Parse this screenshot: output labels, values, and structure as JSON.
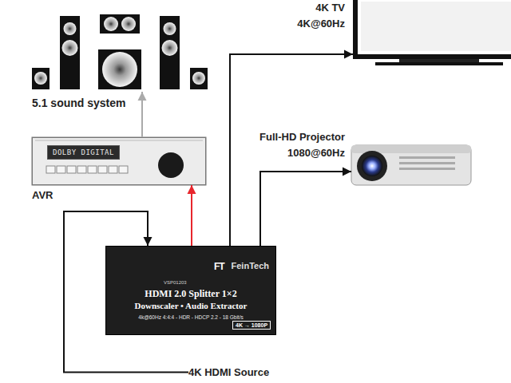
{
  "diagram": {
    "nodes": [
      {
        "text": [
          "5.1 sound system"
        ]
      },
      {
        "text": [
          "4K TV",
          "4K@60Hz"
        ]
      },
      {
        "text": [
          "AVR"
        ]
      },
      {
        "text": [
          "DOLBY DIGITAL"
        ],
        "in": 2
      },
      {
        "text": [
          "Full-HD Projector",
          "1080@60Hz"
        ]
      },
      {
        "text": [
          "FeinTech",
          "VSP01203",
          "HDMI 2.0 Splitter 1×2",
          "Downscaler • Audio Extractor",
          "4k@60Hz 4:4:4 - HDR - HDCP 2.2 - 18 Gbit/s"
        ]
      },
      {
        "text": [
          "4K → 1080P"
        ],
        "in": 5
      },
      {
        "text": [
          "4K HDMI Source"
        ]
      }
    ],
    "edges": [
      {
        "from": 7,
        "to": 5,
        "arrow": "to"
      },
      {
        "from": 5,
        "to": 2,
        "arrow": "to"
      },
      {
        "from": 2,
        "to": 0,
        "arrow": "to"
      },
      {
        "from": 5,
        "to": 1,
        "arrow": "to"
      },
      {
        "from": 5,
        "to": 4,
        "arrow": "to"
      }
    ],
    "labels": [
      "FT"
    ]
  }
}
